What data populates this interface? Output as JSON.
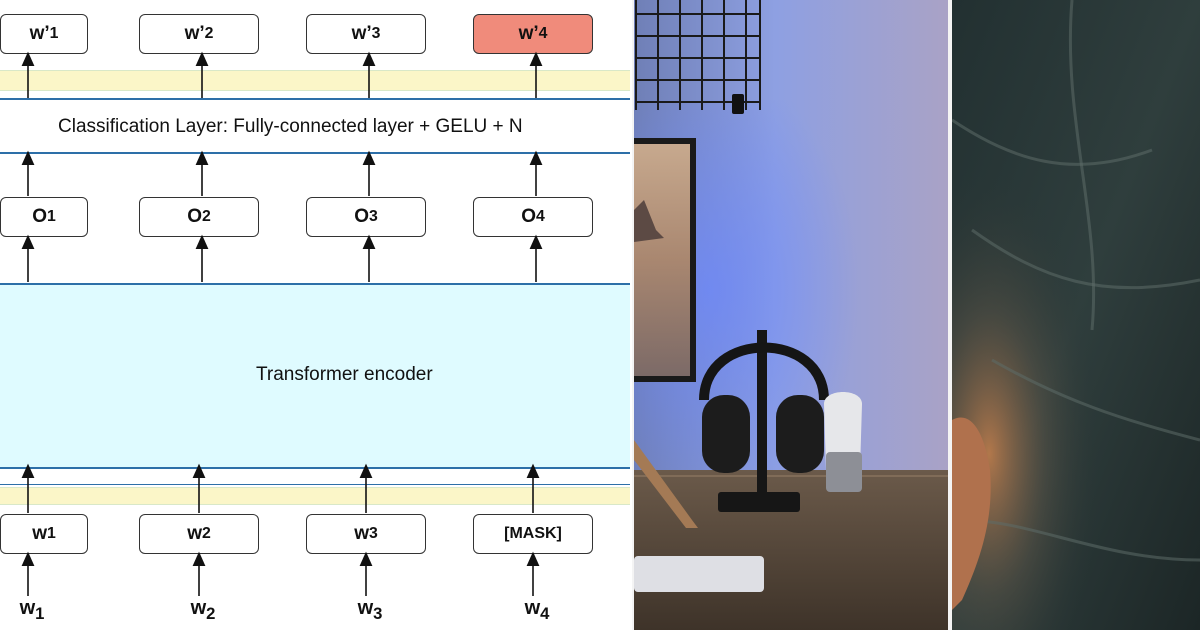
{
  "diagram": {
    "output_tokens": [
      {
        "base": "w’",
        "sub": "1"
      },
      {
        "base": "w’",
        "sub": "2"
      },
      {
        "base": "w’",
        "sub": "3"
      },
      {
        "base": "w’",
        "sub": "4"
      }
    ],
    "classification_label": "Classification Layer: Fully-connected layer + GELU + N",
    "encoder_outputs": [
      {
        "base": "O",
        "sub": "1"
      },
      {
        "base": "O",
        "sub": "2"
      },
      {
        "base": "O",
        "sub": "3"
      },
      {
        "base": "O",
        "sub": "4"
      }
    ],
    "encoder_label": "Transformer encoder",
    "input_boxes": [
      {
        "base": "w",
        "sub": "1"
      },
      {
        "base": "w",
        "sub": "2"
      },
      {
        "base": "w",
        "sub": "3"
      },
      {
        "base": "[MASK]",
        "sub": ""
      }
    ],
    "input_words": [
      {
        "base": "w",
        "sub": "1"
      },
      {
        "base": "w",
        "sub": "2"
      },
      {
        "base": "w",
        "sub": "3"
      },
      {
        "base": "w",
        "sub": "4"
      }
    ],
    "colors": {
      "highlight": "#f08b7b",
      "encoder_fill": "#dffbff",
      "layer_line": "#2d6fa8",
      "embedding_band": "#fbf6c8"
    }
  }
}
